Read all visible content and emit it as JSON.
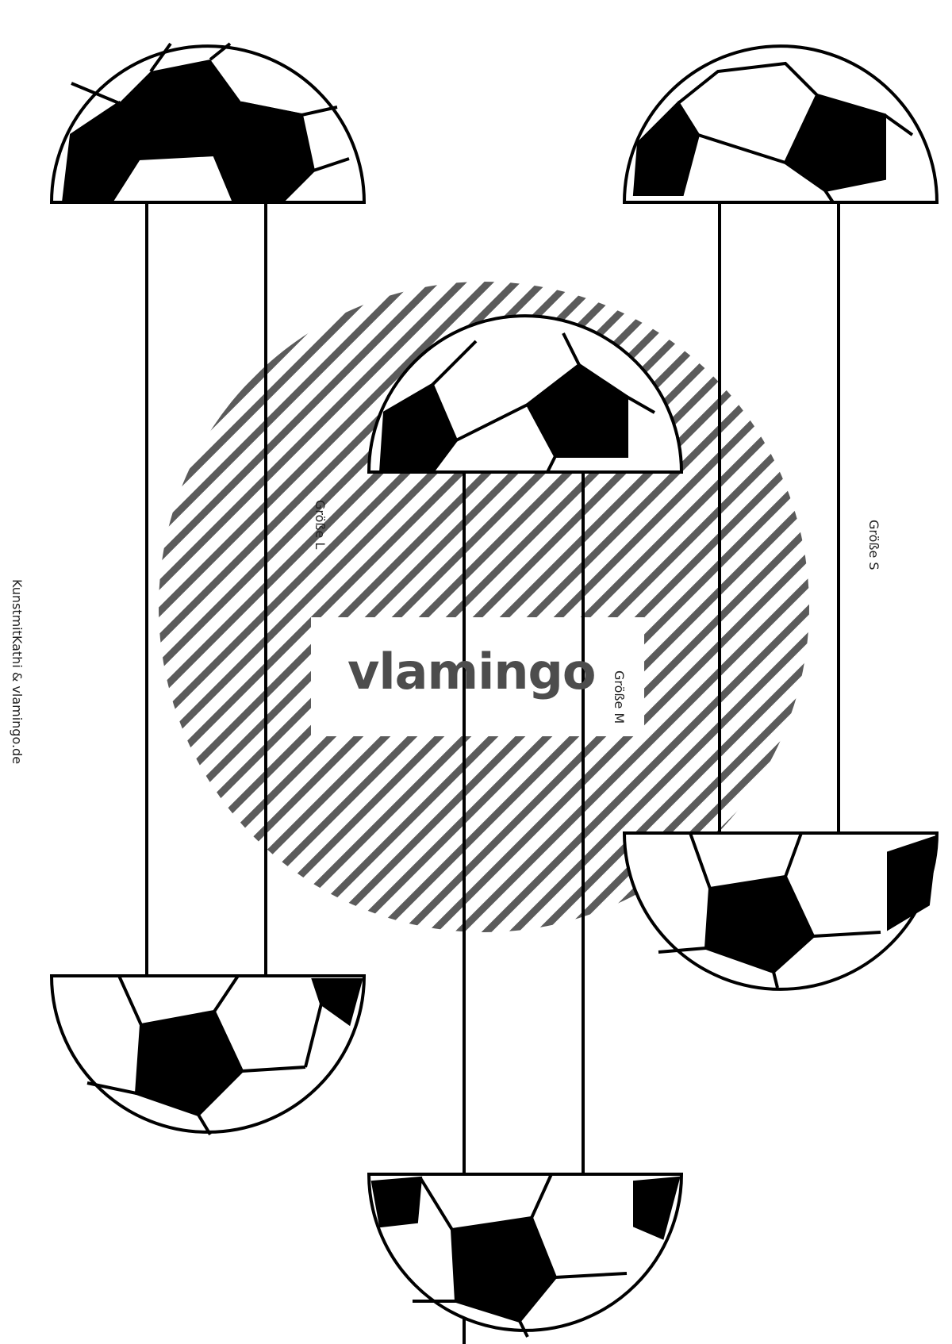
{
  "credit": "KunstmitKathi & vlamingo.de",
  "watermark": {
    "logo_text": "vlamingo",
    "color": "#4d4d4d"
  },
  "templates": [
    {
      "size_label": "Größe L"
    },
    {
      "size_label": "Größe M"
    },
    {
      "size_label": "Größe S"
    }
  ],
  "icons": [
    "soccer-ball-half-icon"
  ],
  "colors": {
    "ink": "#000000",
    "paper": "#ffffff"
  }
}
